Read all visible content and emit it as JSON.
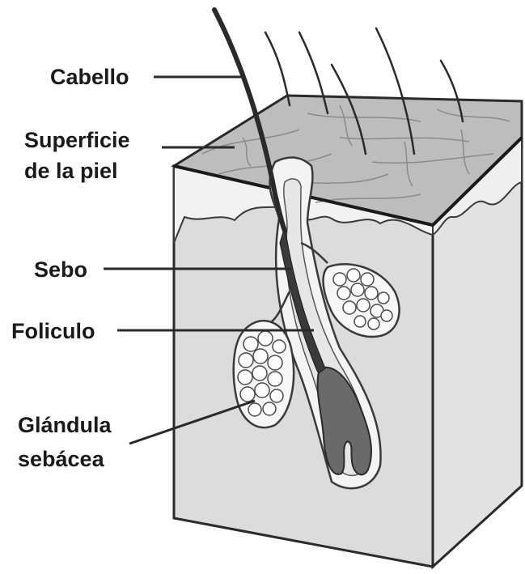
{
  "diagram": {
    "labels": {
      "hair": "Cabello",
      "skin_surface_line1": "Superficie",
      "skin_surface_line2": "de la piel",
      "sebum": "Sebo",
      "follicle": "Foliculo",
      "gland_line1": "Glándula",
      "gland_line2": "sebácea"
    }
  }
}
